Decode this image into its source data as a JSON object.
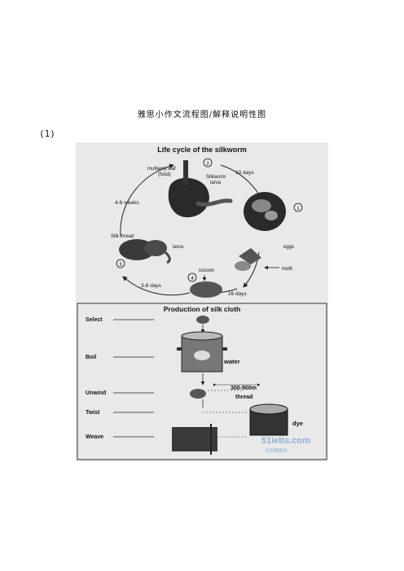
{
  "document": {
    "title": "雅思小作文流程图/解释说明性图",
    "question_number": "(1)"
  },
  "life_cycle": {
    "title": "Life cycle of the silkworm",
    "stage_numbers": [
      "1",
      "2",
      "3",
      "4"
    ],
    "labels": {
      "mulberry_leaf": "mulberry leaf",
      "food": "(food)",
      "silkworm": "Silkworm",
      "larva": "larva",
      "ten_days": "10 days",
      "four_six_weeks": "4-6 weeks",
      "silk_thread": "Silk thread",
      "larva_small": "larva",
      "eggs": "eggs",
      "moth": "moth",
      "cocoon": "cocoon",
      "three_eight_days": "3-8 days",
      "sixteen_days": "16 days"
    }
  },
  "production": {
    "title": "Production of silk cloth",
    "steps": [
      "Select",
      "Boil",
      "Unwind",
      "Twist",
      "Weave"
    ],
    "labels": {
      "water": "water",
      "length": "300-900m",
      "thread": "thread",
      "dye": "dye"
    }
  },
  "watermark": {
    "brand": "51ielts.com",
    "subtitle": "无忧雅思网"
  }
}
